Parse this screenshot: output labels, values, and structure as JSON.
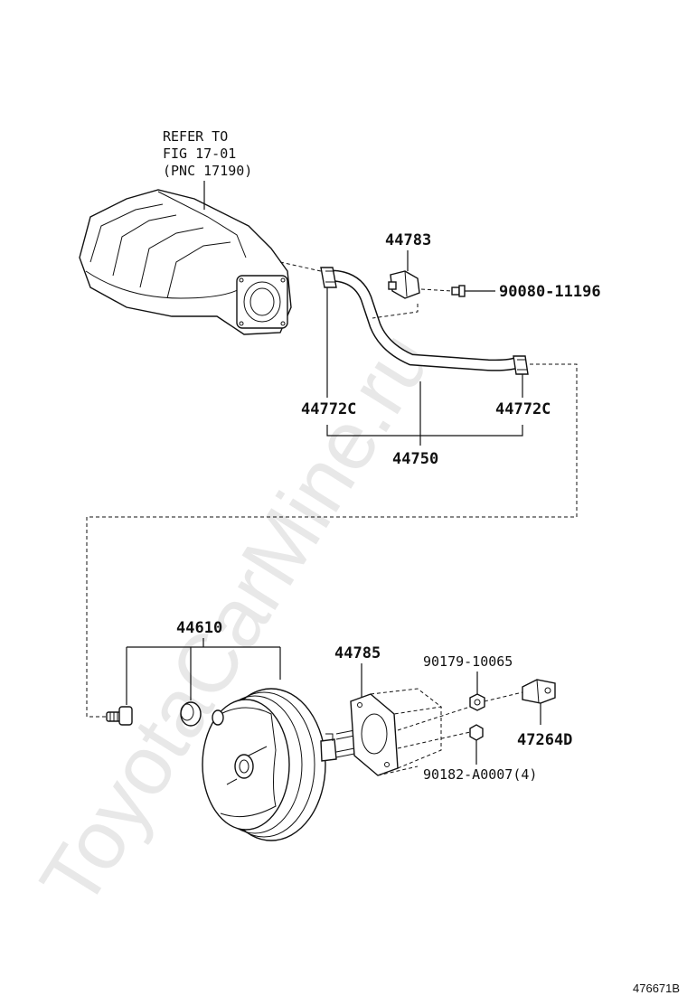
{
  "watermark": "ToyotaCarMine.ru",
  "figure_id": "476671B",
  "refer": {
    "line1": "REFER TO",
    "line2": "FIG 17-01",
    "line3": "(PNC 17190)"
  },
  "parts": {
    "p44783": "44783",
    "p90080": "90080-11196",
    "p44772c_left": "44772C",
    "p44772c_right": "44772C",
    "p44750": "44750",
    "p44610": "44610",
    "p44785": "44785",
    "p90179": "90179-10065",
    "p47264d": "47264D",
    "p90182": "90182-A0007(4)"
  }
}
